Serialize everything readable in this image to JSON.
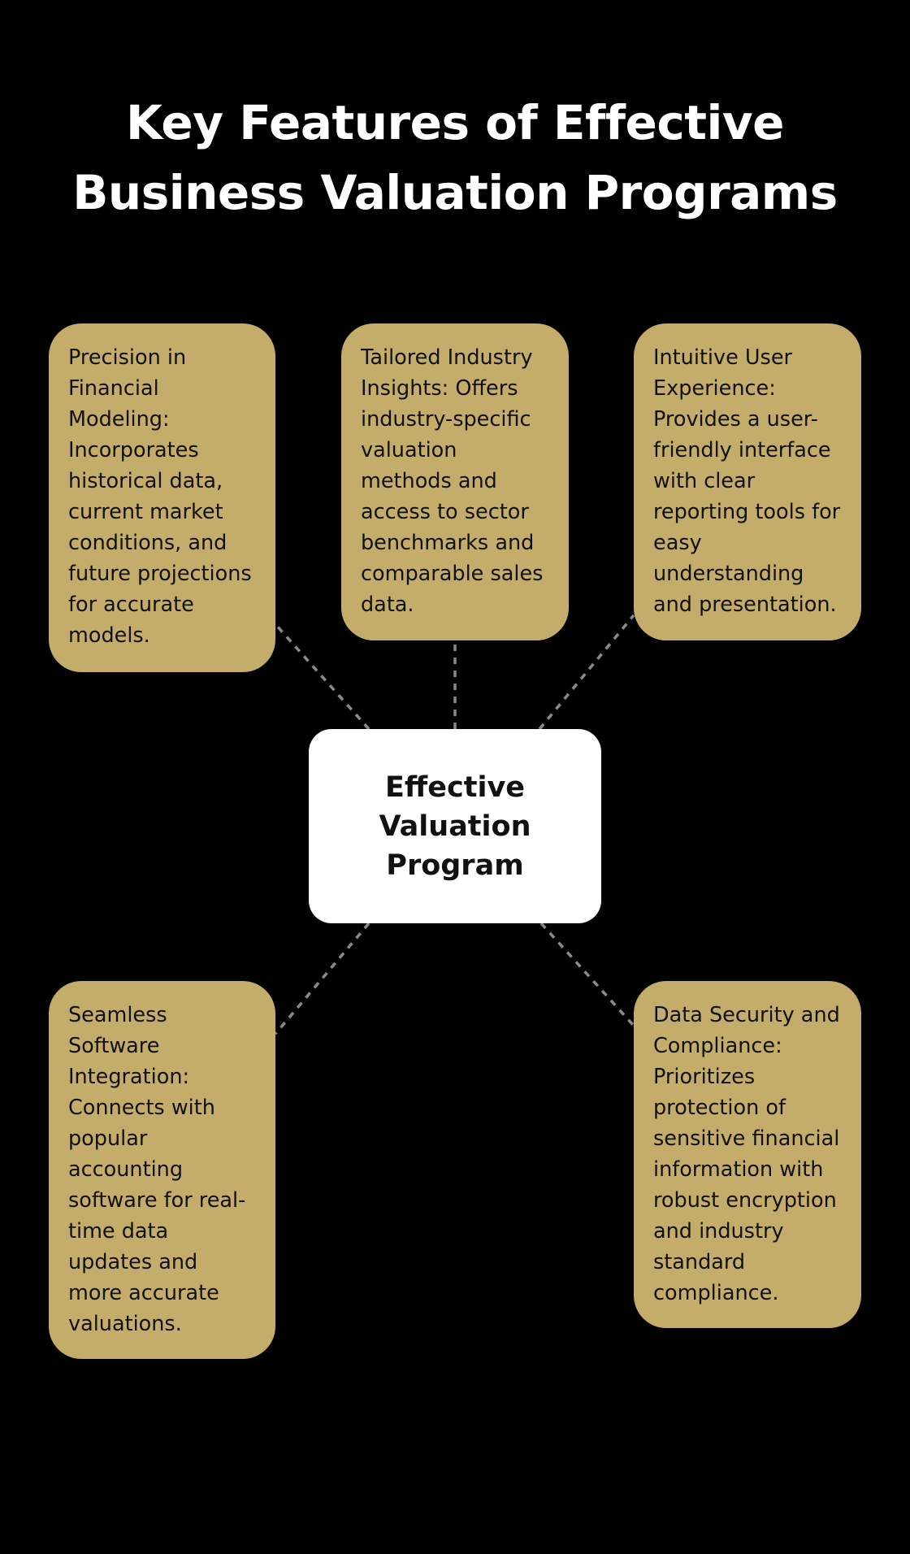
{
  "title": {
    "line1": "Key Features of Effective",
    "line2": "Business Valuation Programs"
  },
  "center": {
    "line1": "Effective",
    "line2": "Valuation",
    "line3": "Program"
  },
  "features": [
    {
      "text": "Precision in Financial Modeling: Incorporates historical data, current market conditions, and future projections for accurate models."
    },
    {
      "text": "Tailored Industry Insights: Offers industry-specific valuation methods and access to sector benchmarks and comparable sales data."
    },
    {
      "text": "Intuitive User Experience: Provides a user-friendly interface with clear reporting tools for easy understanding and presentation."
    },
    {
      "text": "Seamless Software Integration: Connects with popular accounting software for real-time data updates and more accurate valuations."
    },
    {
      "text": "Data Security and Compliance: Prioritizes protection of sensitive financial information with robust encryption and industry standard compliance."
    }
  ],
  "colors": {
    "background": "#000000",
    "feature_box": "#c4ad6a",
    "center_box": "#ffffff",
    "connector": "#8a8a8a",
    "title_text": "#ffffff"
  }
}
